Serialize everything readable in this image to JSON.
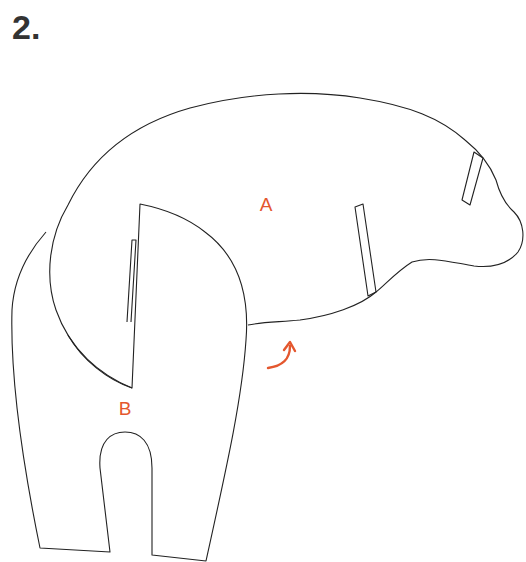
{
  "diagram": {
    "title": "2.",
    "labels": [
      "A",
      "B"
    ]
  }
}
